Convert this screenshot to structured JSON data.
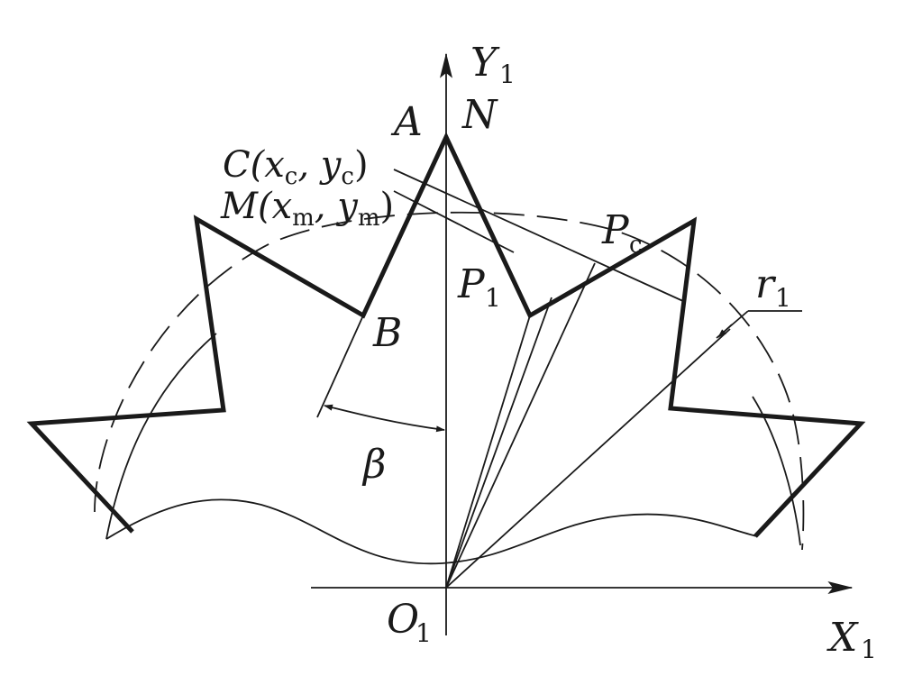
{
  "labels": {
    "y_axis": "Y",
    "y_axis_sub": "1",
    "x_axis": "X",
    "x_axis_sub": "1",
    "origin": "O",
    "origin_sub": "1",
    "point_a": "A",
    "point_n": "N",
    "point_b": "B",
    "point_c_prefix": "C(x",
    "point_c_sub1": "c",
    "point_c_mid": ", y",
    "point_c_sub2": "c",
    "point_c_suffix": ")",
    "point_m_prefix": "M(x",
    "point_m_sub1": "m",
    "point_m_mid": ", y",
    "point_m_sub2": "m",
    "point_m_suffix": ")",
    "point_pc": "P",
    "point_pc_sub": "c",
    "point_p1": "P",
    "point_p1_sub": "1",
    "radius": "r",
    "radius_sub": "1",
    "angle": "β"
  }
}
